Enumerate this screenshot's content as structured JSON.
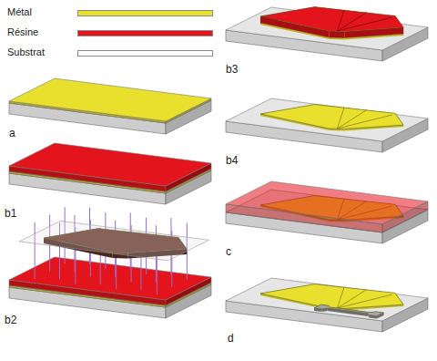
{
  "diagram": {
    "labels": [
      "a",
      "b1",
      "b2",
      "b3",
      "b4",
      "c",
      "d"
    ],
    "legend": [
      {
        "text": "Métal",
        "color": "#e8e02c"
      },
      {
        "text": "Résine",
        "color": "#e3141b"
      },
      {
        "text": "Substrat",
        "color": "#ffffff"
      }
    ]
  }
}
